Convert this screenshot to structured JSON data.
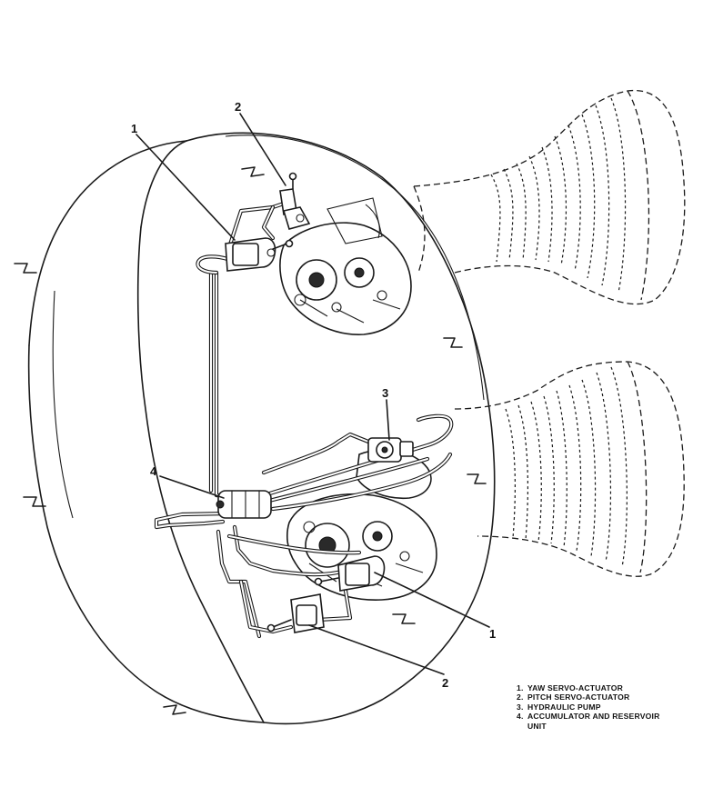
{
  "callouts": {
    "yaw_top": "1",
    "pitch_top": "2",
    "pump": "3",
    "accumulator": "4",
    "yaw_bottom": "1",
    "pitch_bottom": "2"
  },
  "legend": [
    {
      "num": "1.",
      "text": "YAW SERVO-ACTUATOR"
    },
    {
      "num": "2.",
      "text": "PITCH SERVO-ACTUATOR"
    },
    {
      "num": "3.",
      "text": "HYDRAULIC PUMP"
    },
    {
      "num": "4.",
      "text": "ACCUMULATOR AND RESERVOIR"
    },
    {
      "num": "",
      "text": "UNIT"
    }
  ]
}
